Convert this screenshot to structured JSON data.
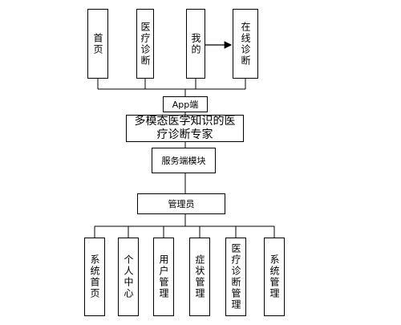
{
  "top_modules": {
    "home": "首页",
    "diagnosis": "医疗诊断",
    "mine": "我的",
    "online_diagnosis": "在线诊断"
  },
  "app": "App端",
  "system_title": "多模态医学知识的医疗诊断专家",
  "server": "服务端模块",
  "admin": "管理员",
  "bottom_modules": {
    "system_home": "系统首页",
    "personal_center": "个人中心",
    "user_management": "用户管理",
    "symptom_management": "症状管理",
    "diagnosis_management": "医疗诊断管理",
    "system_management": "系统管理"
  }
}
